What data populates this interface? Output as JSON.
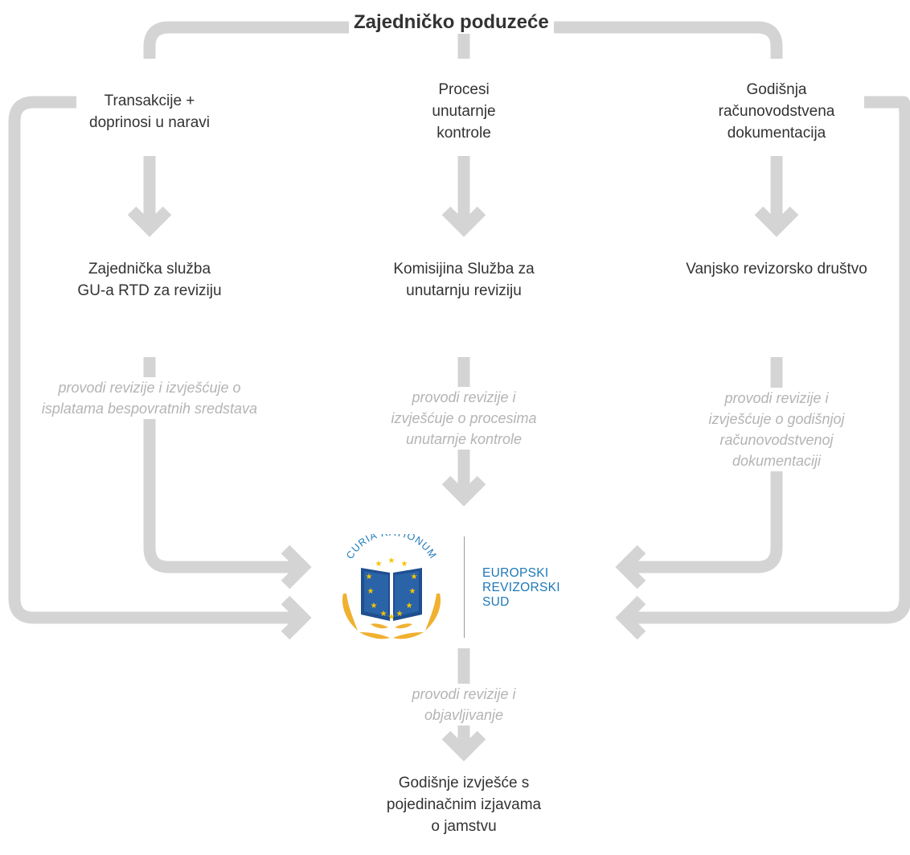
{
  "title": "Zajedničko poduzeće",
  "sources": [
    {
      "label": "Transakcije +\ndoprinosi u naravi"
    },
    {
      "label": "Procesi\nunutarnje\nkontrole"
    },
    {
      "label": "Godišnja\nračunovodstvena\ndokumentacija"
    }
  ],
  "auditors": [
    {
      "label": "Zajednička služba\nGU-a RTD za reviziju"
    },
    {
      "label": "Komisijina Služba za\nunutarnju reviziju"
    },
    {
      "label": "Vanjsko revizorsko društvo"
    }
  ],
  "actions": [
    {
      "label": "provodi revizije i izvješćuje o\nisplatama bespovratnih sredstava"
    },
    {
      "label": "provodi revizije i\nizvješćuje o procesima\nunutarnje kontrole"
    },
    {
      "label": "provodi revizije i\nizvješćuje o godišnjoj\nračunovodstvenoj\ndokumentaciji"
    }
  ],
  "eca": {
    "seal_text": "CURIA RATIONUM",
    "name": "EUROPSKI\nREVIZORSKI\nSUD"
  },
  "eca_action": "provodi revizije i\nobjavljivanje",
  "output": "Godišnje izvješće s\npojedinačnim izjavama\no jamstvu",
  "colors": {
    "connector": "#d4d4d4",
    "node_text": "#333333",
    "action_text": "#b4b4b4",
    "eca_blue": "#1d78b8",
    "book_blue": "#1f4f8f",
    "star_gold": "#f5c400",
    "wreath_gold": "#f0b030"
  }
}
